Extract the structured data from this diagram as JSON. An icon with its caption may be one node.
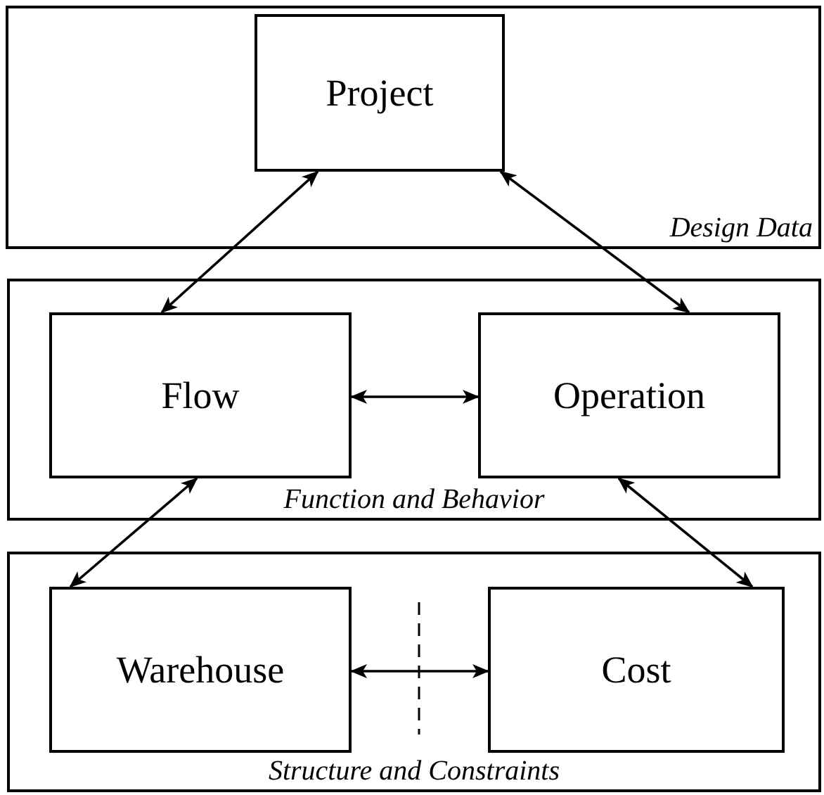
{
  "diagram": {
    "nodes": [
      {
        "text": [
          "Design Data"
        ]
      },
      {
        "text": [
          "Project"
        ],
        "in": 0
      },
      {
        "text": [
          "Function and Behavior"
        ]
      },
      {
        "text": [
          "Flow"
        ],
        "in": 2
      },
      {
        "text": [
          "Operation"
        ],
        "in": 2
      },
      {
        "text": [
          "Structure and Constraints"
        ]
      },
      {
        "text": [
          "Warehouse"
        ],
        "in": 5
      },
      {
        "text": [
          "Cost"
        ],
        "in": 5
      }
    ],
    "edges": [
      {
        "from": 1,
        "to": 3,
        "arrow": "both"
      },
      {
        "from": 1,
        "to": 4,
        "arrow": "both"
      },
      {
        "from": 3,
        "to": 4,
        "arrow": "both"
      },
      {
        "from": 3,
        "to": 6,
        "arrow": "both"
      },
      {
        "from": 4,
        "to": 7,
        "arrow": "both"
      },
      {
        "from": 6,
        "to": 7,
        "arrow": "both"
      }
    ]
  }
}
